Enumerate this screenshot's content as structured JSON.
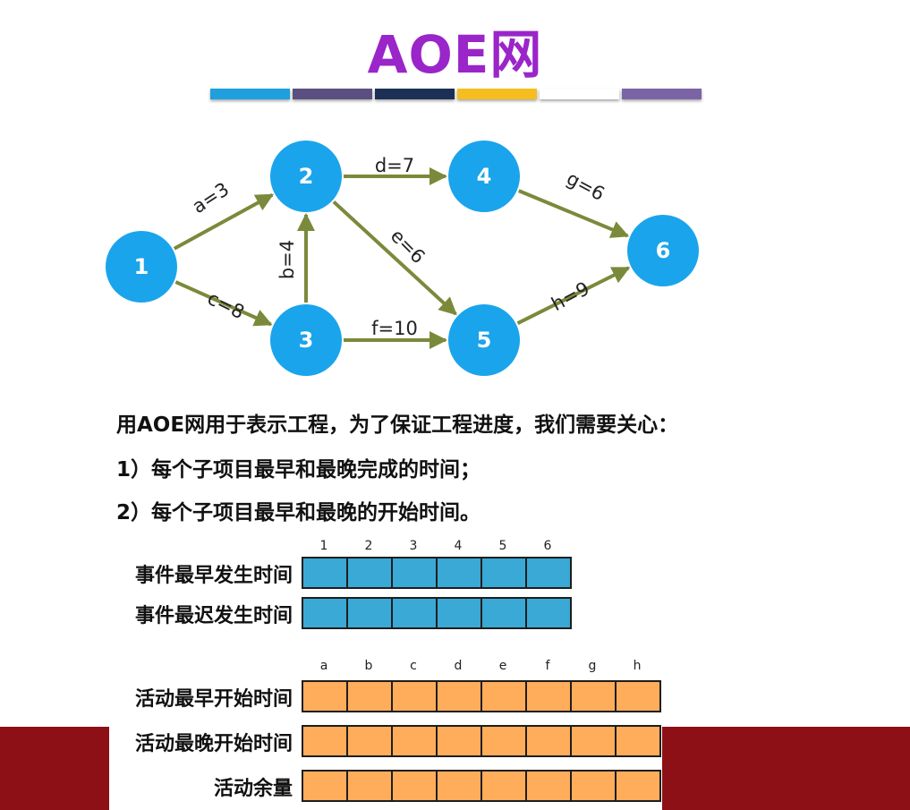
{
  "title": "AOE网",
  "graph": {
    "nodes": [
      {
        "id": "1",
        "label": "1"
      },
      {
        "id": "2",
        "label": "2"
      },
      {
        "id": "3",
        "label": "3"
      },
      {
        "id": "4",
        "label": "4"
      },
      {
        "id": "5",
        "label": "5"
      },
      {
        "id": "6",
        "label": "6"
      }
    ],
    "edges": [
      {
        "from": "1",
        "to": "2",
        "label": "a=3"
      },
      {
        "from": "3",
        "to": "2",
        "label": "b=4"
      },
      {
        "from": "1",
        "to": "3",
        "label": "c=8"
      },
      {
        "from": "2",
        "to": "4",
        "label": "d=7"
      },
      {
        "from": "2",
        "to": "5",
        "label": "e=6"
      },
      {
        "from": "3",
        "to": "5",
        "label": "f=10"
      },
      {
        "from": "4",
        "to": "6",
        "label": "g=6"
      },
      {
        "from": "5",
        "to": "6",
        "label": "h=9"
      }
    ],
    "colors": {
      "node": "#1aa4ec",
      "edge": "#7a8a3b",
      "node_text": "#ffffff"
    }
  },
  "text": {
    "line1": "用AOE网用于表示工程，为了保证工程进度，我们需要关心：",
    "line2": "1）每个子项目最早和最晚完成的时间；",
    "line3": "2）每个子项目最早和最晚的开始时间。"
  },
  "event_table": {
    "columns": [
      "1",
      "2",
      "3",
      "4",
      "5",
      "6"
    ],
    "rows": [
      "事件最早发生时间",
      "事件最迟发生时间"
    ]
  },
  "activity_table": {
    "columns": [
      "a",
      "b",
      "c",
      "d",
      "e",
      "f",
      "g",
      "h"
    ],
    "rows": [
      "活动最早开始时间",
      "活动最晚开始时间",
      "活动余量"
    ]
  },
  "colors": {
    "title": "#9a25c9",
    "bar_segments": [
      "#1da0dd",
      "#5a4f80",
      "#1c2f55",
      "#f5bd1f",
      "#ffffff",
      "#7b64a6"
    ],
    "event_cells": "#3aa9d6",
    "activity_cells": "#ffad5a",
    "footer_band": "#8c1016"
  }
}
